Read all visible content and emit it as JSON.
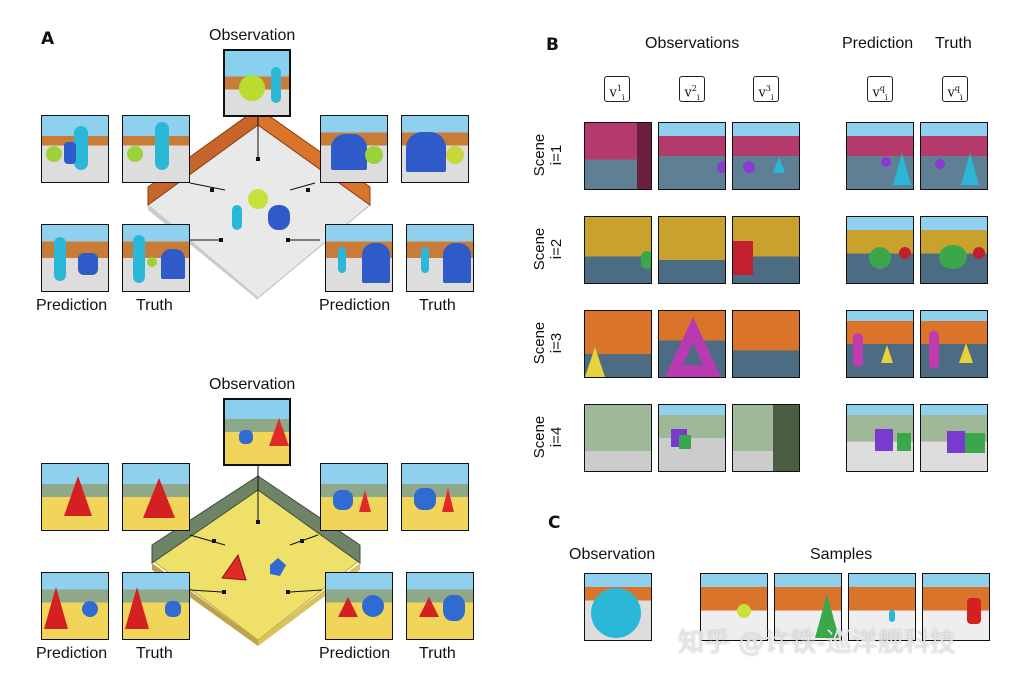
{
  "panel_a": {
    "label": "A",
    "top": {
      "observation": "Observation",
      "pred_left": "Prediction",
      "truth_left": "Truth",
      "pred_right": "Prediction",
      "truth_right": "Truth"
    },
    "bottom": {
      "observation": "Observation",
      "pred_left": "Prediction",
      "truth_left": "Truth",
      "pred_right": "Prediction",
      "truth_right": "Truth"
    }
  },
  "panel_b": {
    "label": "B",
    "observations_header": "Observations",
    "prediction_header": "Prediction",
    "truth_header": "Truth",
    "view_labels": [
      {
        "base": "v",
        "sup": "1",
        "sub": "i"
      },
      {
        "base": "v",
        "sup": "2",
        "sub": "i"
      },
      {
        "base": "v",
        "sup": "3",
        "sub": "i"
      },
      {
        "base": "v",
        "sup": "q",
        "sub": "i"
      },
      {
        "base": "v",
        "sup": "q",
        "sub": "i"
      }
    ],
    "rows": [
      {
        "scene": "Scene",
        "index": "i=1"
      },
      {
        "scene": "Scene",
        "index": "i=2"
      },
      {
        "scene": "Scene",
        "index": "i=3"
      },
      {
        "scene": "Scene",
        "index": "i=4"
      }
    ]
  },
  "panel_c": {
    "label": "C",
    "observation": "Observation",
    "samples": "Samples"
  },
  "watermark": "知乎 @许铁-巡洋舰科技",
  "colors": {
    "sky": "#7ec8ea",
    "orange_wall": "#d9742a",
    "pink_wall": "#b33a6a",
    "yellow_wall": "#c9a12d",
    "green_wall": "#8fa88a"
  }
}
